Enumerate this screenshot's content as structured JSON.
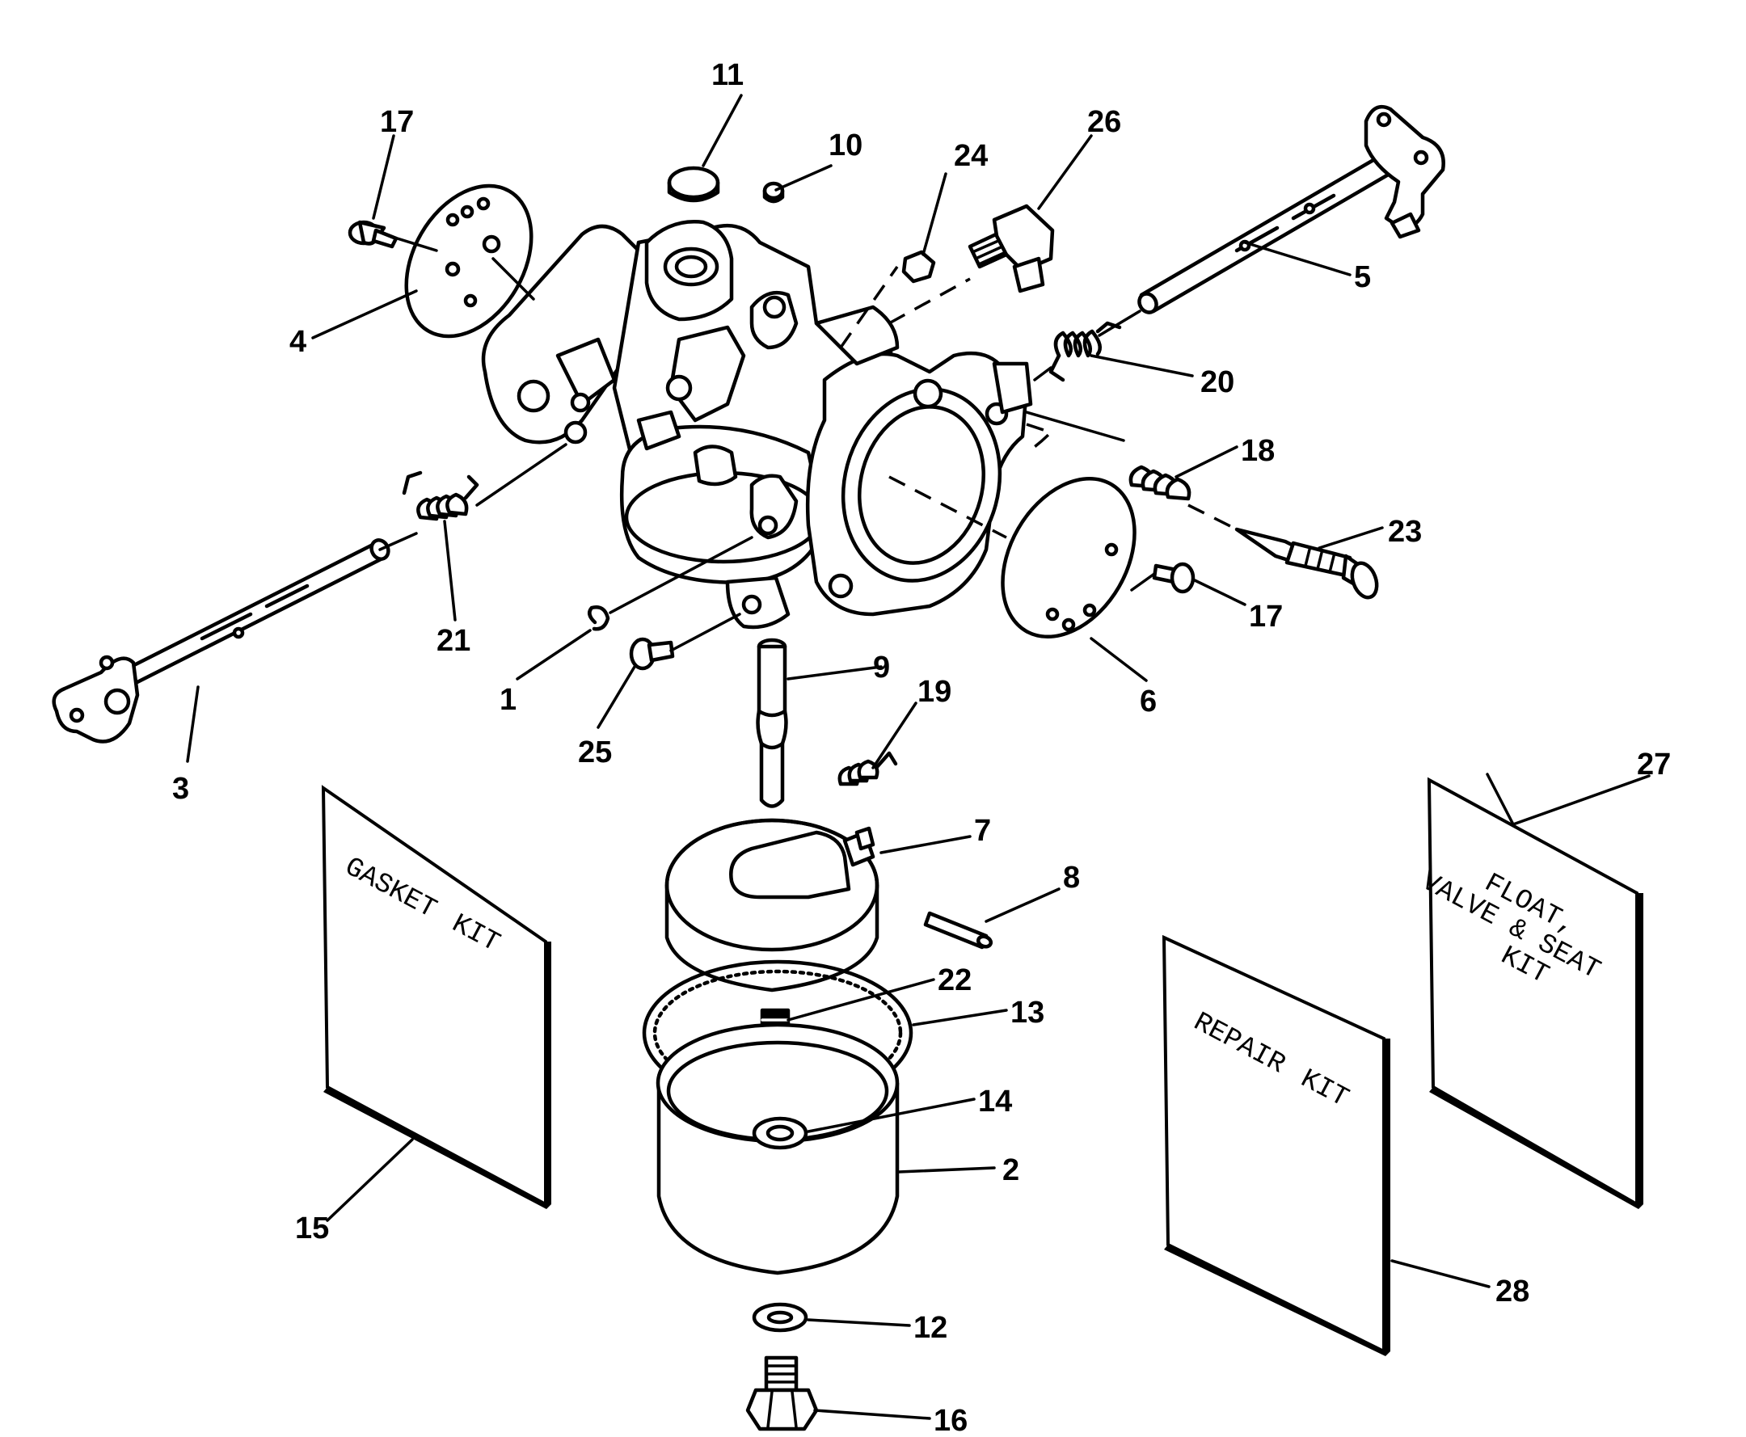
{
  "callouts": {
    "c1": "1",
    "c2": "2",
    "c3": "3",
    "c4": "4",
    "c5": "5",
    "c6": "6",
    "c7": "7",
    "c8": "8",
    "c9": "9",
    "c10": "10",
    "c11": "11",
    "c12": "12",
    "c13": "13",
    "c14": "14",
    "c15": "15",
    "c16": "16",
    "c17a": "17",
    "c17b": "17",
    "c18": "18",
    "c19": "19",
    "c20": "20",
    "c21": "21",
    "c22": "22",
    "c23": "23",
    "c24": "24",
    "c25": "25",
    "c26": "26",
    "c27": "27",
    "c28": "28"
  },
  "kits": {
    "gasket": {
      "line1": "GASKET",
      "line2": "KIT"
    },
    "repair": {
      "line1": "REPAIR",
      "line2": "KIT"
    },
    "float": {
      "line1": "FLOAT,",
      "line2": "VALVE & SEAT",
      "line3": "KIT"
    }
  }
}
